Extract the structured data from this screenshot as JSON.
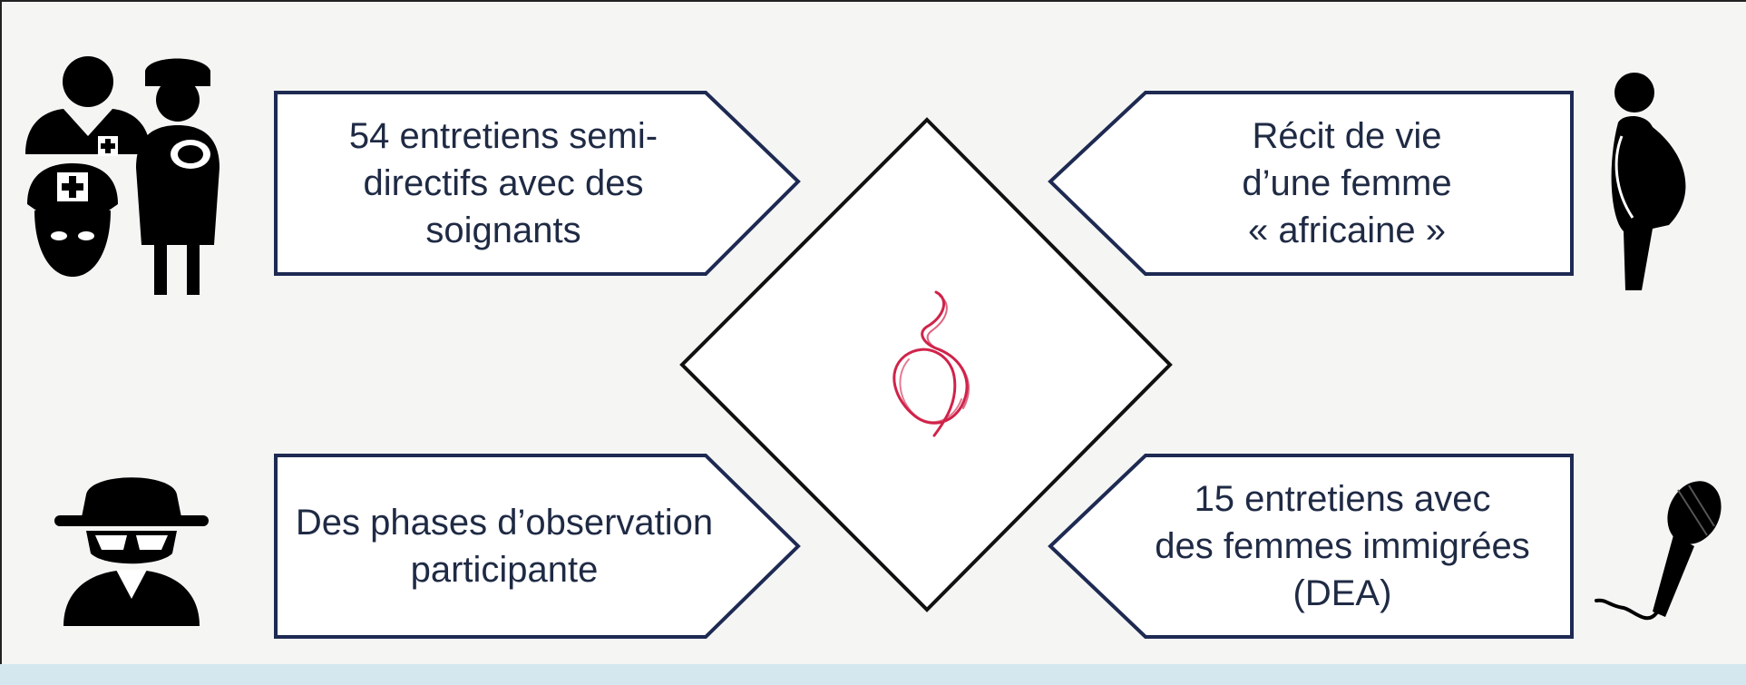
{
  "diagram": {
    "boxes": [
      {
        "id": "top-left",
        "lines": [
          "54 entretiens semi-",
          "directifs avec des",
          "soignants"
        ]
      },
      {
        "id": "top-right",
        "lines": [
          "Récit de vie",
          "d’une femme",
          "« africaine »"
        ]
      },
      {
        "id": "bottom-left",
        "lines": [
          "Des phases d’observation",
          "participante"
        ]
      },
      {
        "id": "bottom-right",
        "lines": [
          "15 entretiens avec",
          "des femmes immigrées",
          "(DEA)"
        ]
      }
    ],
    "icons": {
      "top_left": "medical-staff-icon",
      "top_right": "pregnant-woman-icon",
      "bottom_left": "spy-observer-icon",
      "bottom_right": "microphone-icon",
      "center": "ribbon-logo-icon"
    },
    "colors": {
      "box_border": "#1e2a52",
      "box_fill": "#ffffff",
      "logo": "#d0234a",
      "icon": "#000000",
      "text": "#1f2a44"
    }
  }
}
